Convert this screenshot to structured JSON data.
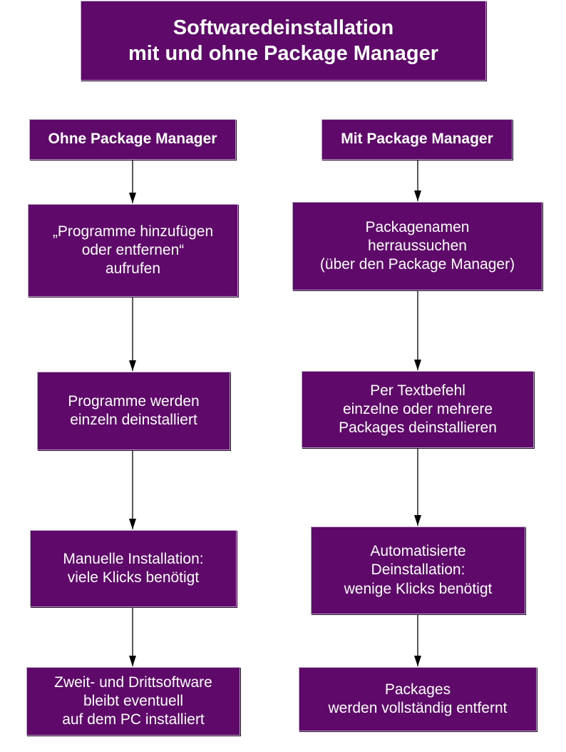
{
  "title": "Softwaredeinstallation\nmit und ohne Package Manager",
  "left": {
    "heading": "Ohne Package Manager",
    "steps": [
      "„Programme hinzufügen\noder entfernen“\naufrufen",
      "Programme werden\neinzeln deinstalliert",
      "Manuelle Installation:\nviele Klicks benötigt",
      "Zweit- und Drittsoftware\nbleibt eventuell\nauf dem PC installiert"
    ]
  },
  "right": {
    "heading": "Mit Package Manager",
    "steps": [
      "Packagenamen\nherraussuchen\n(über den Package Manager)",
      "Per Textbefehl\neinzelne oder mehrere\nPackages deinstallieren",
      "Automatisierte\nDeinstallation:\nwenige Klicks benötigt",
      "Packages\nwerden vollständig entfernt"
    ]
  },
  "colors": {
    "box_fill": "#5f0a6a",
    "text": "#ffffff",
    "arrow": "#000000"
  }
}
